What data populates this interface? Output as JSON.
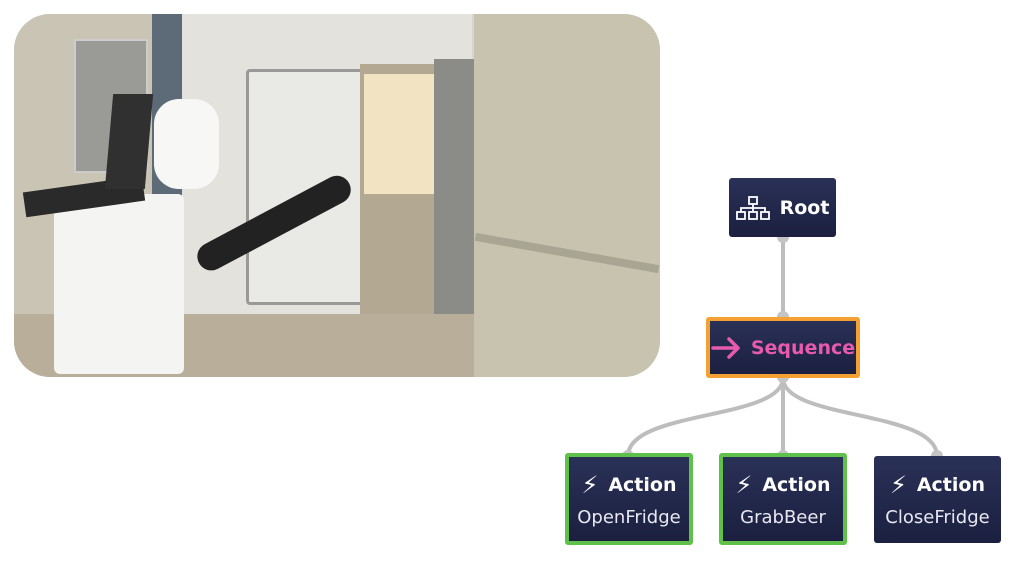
{
  "tree": {
    "root": {
      "label": "Root",
      "icon": "hierarchy-icon"
    },
    "sequence": {
      "label": "Sequence",
      "icon": "arrow-right-icon",
      "color": "#e85aad",
      "border": "#f4a032"
    },
    "actions": [
      {
        "type": "Action",
        "name": "OpenFridge",
        "status_border": "#5fc14a"
      },
      {
        "type": "Action",
        "name": "GrabBeer",
        "status_border": "#5fc14a"
      },
      {
        "type": "Action",
        "name": "CloseFridge"
      }
    ]
  }
}
